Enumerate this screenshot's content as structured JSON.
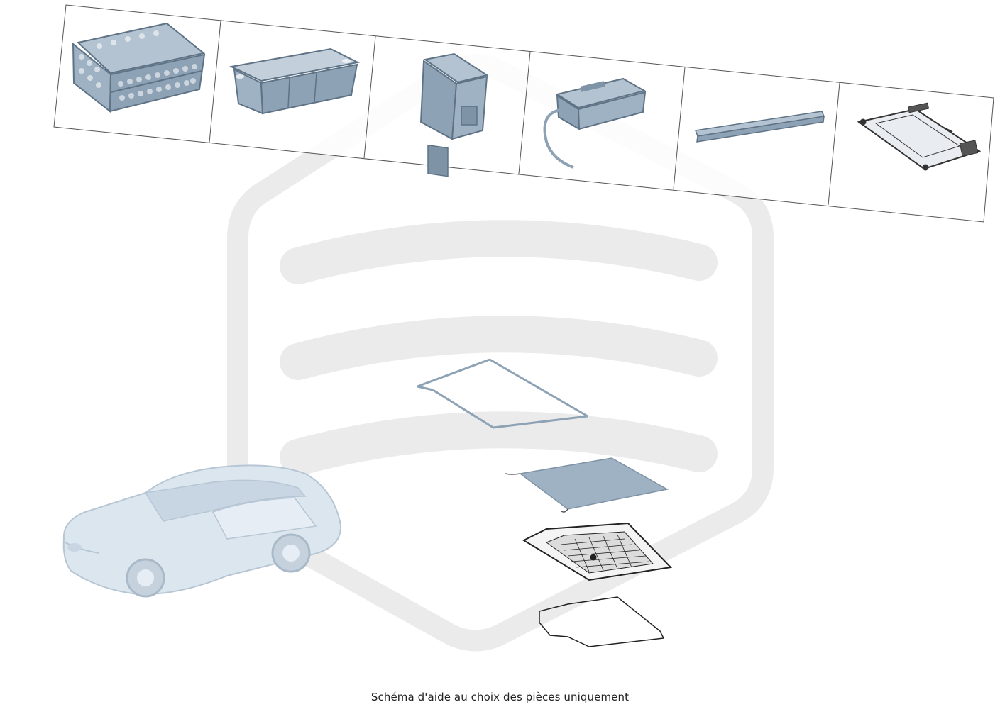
{
  "caption": "Schéma d'aide au choix des pièces uniquement",
  "colors": {
    "part_fill": "#9fb2c3",
    "part_fill_dark": "#7f93a6",
    "part_stroke": "#5f7386",
    "strip_border": "#555555",
    "watermark": "#ebebeb",
    "car_fill": "#dce6ef",
    "line_art": "#333333",
    "caption_text": "#222222"
  },
  "part_strip": {
    "slots": [
      {
        "part": "folding-crate",
        "icon": "crate-icon"
      },
      {
        "part": "storage-tray",
        "icon": "tray-icon"
      },
      {
        "part": "box-container",
        "icon": "box-icon"
      },
      {
        "part": "cooler-box-with-cable",
        "icon": "cooler-icon"
      },
      {
        "part": "bar-profile",
        "icon": "bar-icon"
      },
      {
        "part": "roller-cover-frame",
        "icon": "roller-frame-icon"
      }
    ]
  },
  "exploded_view": {
    "parts": [
      {
        "part": "luggage-net-frame",
        "icon": "net-frame-icon"
      },
      {
        "part": "cargo-mat-panel",
        "icon": "mat-panel-icon"
      },
      {
        "part": "trunk-tray-liner",
        "icon": "tray-liner-icon"
      },
      {
        "part": "floor-mat-outline",
        "icon": "floor-mat-icon"
      }
    ]
  },
  "vehicle": {
    "icon": "sedan-car-icon"
  }
}
